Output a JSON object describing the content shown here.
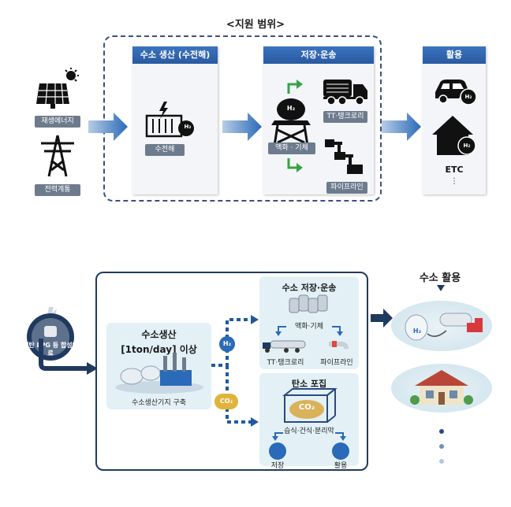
{
  "top": {
    "title": "<지원 범위>",
    "sources": [
      "재생에너지",
      "전력계통"
    ],
    "columns": [
      {
        "header": "수소 생산 (수전해)",
        "chip": "수전해",
        "icon_label": "H₂"
      },
      {
        "header": "저장·운송",
        "chip_liquid": "액화 · 기체",
        "icon_label": "H₂",
        "chip_truck": "TT·탱크로리",
        "chip_pipe": "파이프라인"
      },
      {
        "header": "활용",
        "etc": "ETC",
        "more": "⋮",
        "icon_label": "H₂"
      }
    ]
  },
  "bottom": {
    "source_label": "메탄 LPG 등 합성연료",
    "production": {
      "title_line1": "수소생산",
      "title_line2": "[1ton/day] 이상",
      "caption": "수소생산기지 구축"
    },
    "h2_badge": "H₂",
    "co2_badge": "CO₂",
    "storage": {
      "title": "수소 저장·운송",
      "state": "액화·기체",
      "truck": "TT·탱크로리",
      "pipe": "파이프라인"
    },
    "capture": {
      "title": "탄소 포집",
      "co2": "CO₂",
      "methods": "습식·건식·분리막",
      "store": "저장",
      "use": "활용"
    },
    "usage_title": "수소 활용",
    "tank_label": "H₂",
    "colors": {
      "navy": "#1f3a5f",
      "blue": "#2a5aa0",
      "green": "#3aa14a",
      "panel": "#e3f1f7",
      "dot1": "#2a4a80",
      "dot2": "#7391b8",
      "dot3": "#b5c7dc"
    }
  }
}
